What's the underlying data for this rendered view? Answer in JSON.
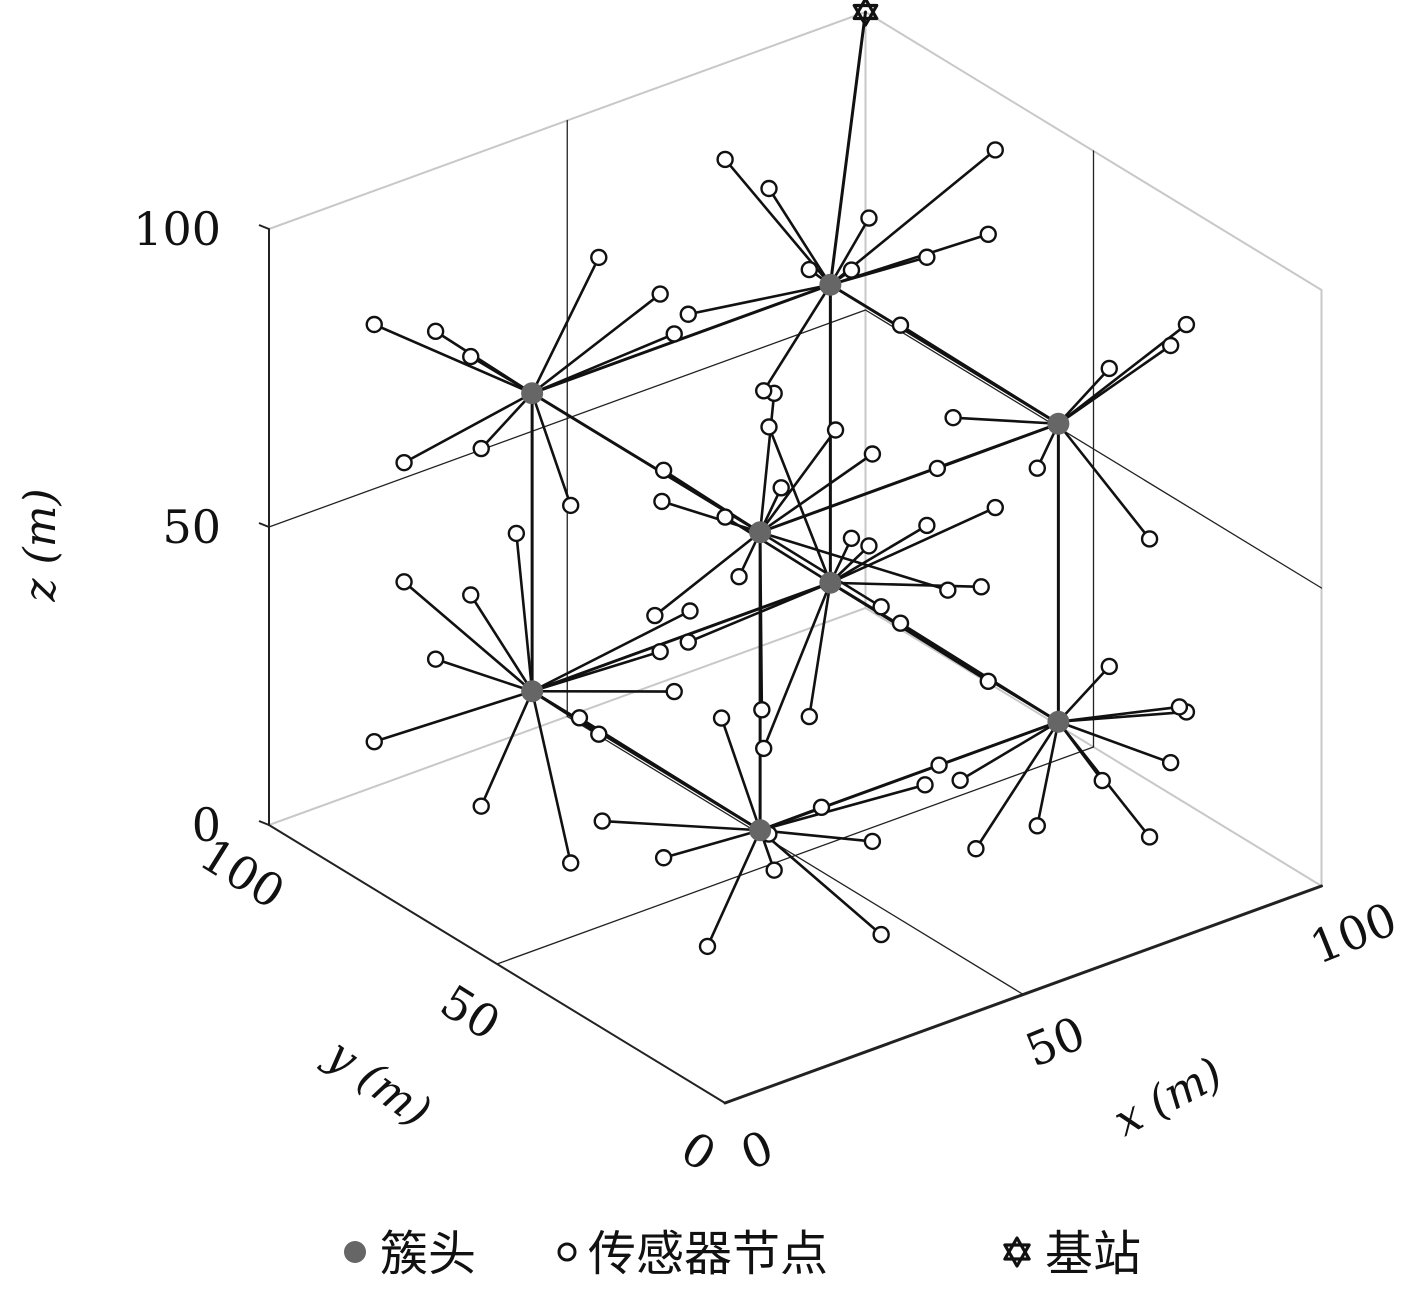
{
  "chart_data": {
    "type": "scatter3d",
    "xlabel": "x (m)",
    "ylabel": "y (m)",
    "zlabel": "z (m)",
    "xlim": [
      0,
      100
    ],
    "ylim": [
      0,
      100
    ],
    "zlim": [
      0,
      100
    ],
    "x_ticks": [
      "0",
      "50",
      "100"
    ],
    "y_ticks": [
      "0",
      "50",
      "100"
    ],
    "z_ticks": [
      "0",
      "50",
      "100"
    ],
    "grid": true,
    "grid_divisions": [
      50
    ],
    "legend": {
      "position": "bottom",
      "entries": [
        {
          "key": "cluster_head",
          "label": "簇头",
          "marker": "filled-circle",
          "color": "#666666"
        },
        {
          "key": "sensor",
          "label": "传感器节点",
          "marker": "open-circle",
          "color": "#111111"
        },
        {
          "key": "base_station",
          "label": "基站",
          "marker": "hexagram",
          "color": "#111111"
        }
      ]
    },
    "base_station": [
      100,
      100,
      100
    ],
    "cluster_heads": [
      [
        25,
        25,
        25
      ],
      [
        75,
        25,
        25
      ],
      [
        25,
        75,
        25
      ],
      [
        75,
        75,
        25
      ],
      [
        25,
        25,
        75
      ],
      [
        75,
        25,
        75
      ],
      [
        25,
        75,
        75
      ],
      [
        75,
        75,
        75
      ]
    ],
    "clusters": [
      {
        "head": [
          25,
          25,
          25
        ],
        "members": [
          [
            5,
            20,
            30
          ],
          [
            40,
            20,
            20
          ],
          [
            30,
            5,
            15
          ],
          [
            10,
            40,
            25
          ],
          [
            20,
            30,
            5
          ],
          [
            35,
            35,
            10
          ],
          [
            15,
            10,
            35
          ],
          [
            30,
            40,
            35
          ],
          [
            45,
            15,
            30
          ],
          [
            20,
            5,
            40
          ],
          [
            10,
            45,
            40
          ]
        ]
      },
      {
        "head": [
          75,
          25,
          25
        ],
        "members": [
          [
            60,
            10,
            20
          ],
          [
            90,
            20,
            15
          ],
          [
            95,
            40,
            20
          ],
          [
            70,
            40,
            10
          ],
          [
            85,
            10,
            30
          ],
          [
            60,
            40,
            40
          ],
          [
            75,
            5,
            15
          ],
          [
            65,
            30,
            5
          ],
          [
            90,
            35,
            5
          ],
          [
            80,
            5,
            35
          ],
          [
            55,
            25,
            25
          ]
        ]
      },
      {
        "head": [
          25,
          75,
          25
        ],
        "members": [
          [
            5,
            60,
            20
          ],
          [
            10,
            90,
            15
          ],
          [
            40,
            80,
            10
          ],
          [
            20,
            60,
            5
          ],
          [
            35,
            60,
            35
          ],
          [
            30,
            95,
            30
          ],
          [
            45,
            70,
            20
          ],
          [
            15,
            90,
            40
          ],
          [
            5,
            70,
            40
          ],
          [
            40,
            60,
            40
          ],
          [
            30,
            85,
            45
          ]
        ]
      },
      {
        "head": [
          75,
          75,
          25
        ],
        "members": [
          [
            60,
            60,
            15
          ],
          [
            90,
            60,
            10
          ],
          [
            95,
            80,
            25
          ],
          [
            65,
            85,
            35
          ],
          [
            90,
            90,
            20
          ],
          [
            60,
            70,
            5
          ],
          [
            80,
            95,
            40
          ],
          [
            70,
            60,
            40
          ],
          [
            95,
            65,
            35
          ],
          [
            55,
            80,
            20
          ],
          [
            85,
            55,
            30
          ]
        ]
      },
      {
        "head": [
          25,
          25,
          75
        ],
        "members": [
          [
            10,
            10,
            80
          ],
          [
            40,
            20,
            85
          ],
          [
            30,
            5,
            70
          ],
          [
            15,
            35,
            60
          ],
          [
            35,
            35,
            90
          ],
          [
            5,
            20,
            95
          ],
          [
            45,
            10,
            65
          ],
          [
            20,
            40,
            75
          ],
          [
            40,
            40,
            70
          ],
          [
            10,
            5,
            60
          ],
          [
            30,
            15,
            95
          ]
        ]
      },
      {
        "head": [
          75,
          25,
          75
        ],
        "members": [
          [
            60,
            10,
            80
          ],
          [
            90,
            20,
            85
          ],
          [
            95,
            40,
            70
          ],
          [
            70,
            45,
            60
          ],
          [
            85,
            10,
            95
          ],
          [
            60,
            40,
            90
          ],
          [
            75,
            5,
            65
          ],
          [
            65,
            35,
            75
          ]
        ]
      },
      {
        "head": [
          25,
          75,
          75
        ],
        "members": [
          [
            5,
            60,
            80
          ],
          [
            10,
            90,
            85
          ],
          [
            40,
            80,
            90
          ],
          [
            20,
            60,
            65
          ],
          [
            35,
            60,
            95
          ],
          [
            30,
            95,
            70
          ],
          [
            45,
            70,
            80
          ],
          [
            15,
            90,
            60
          ],
          [
            5,
            70,
            95
          ]
        ]
      },
      {
        "head": [
          75,
          75,
          75
        ],
        "members": [
          [
            60,
            60,
            90
          ],
          [
            90,
            60,
            85
          ],
          [
            95,
            80,
            70
          ],
          [
            65,
            85,
            95
          ],
          [
            90,
            90,
            65
          ],
          [
            60,
            70,
            65
          ],
          [
            80,
            95,
            80
          ],
          [
            70,
            60,
            95
          ],
          [
            95,
            65,
            95
          ],
          [
            55,
            80,
            75
          ]
        ]
      }
    ],
    "head_links": [
      [
        [
          25,
          25,
          25
        ],
        [
          75,
          25,
          25
        ]
      ],
      [
        [
          25,
          25,
          25
        ],
        [
          25,
          75,
          25
        ]
      ],
      [
        [
          75,
          25,
          25
        ],
        [
          75,
          75,
          25
        ]
      ],
      [
        [
          25,
          75,
          25
        ],
        [
          75,
          75,
          25
        ]
      ],
      [
        [
          25,
          25,
          75
        ],
        [
          75,
          25,
          75
        ]
      ],
      [
        [
          25,
          25,
          75
        ],
        [
          25,
          75,
          75
        ]
      ],
      [
        [
          75,
          25,
          75
        ],
        [
          75,
          75,
          75
        ]
      ],
      [
        [
          25,
          75,
          75
        ],
        [
          75,
          75,
          75
        ]
      ],
      [
        [
          25,
          25,
          25
        ],
        [
          25,
          25,
          75
        ]
      ],
      [
        [
          75,
          25,
          25
        ],
        [
          75,
          25,
          75
        ]
      ],
      [
        [
          25,
          75,
          25
        ],
        [
          25,
          75,
          75
        ]
      ],
      [
        [
          75,
          75,
          25
        ],
        [
          75,
          75,
          75
        ]
      ],
      [
        [
          75,
          75,
          75
        ],
        [
          100,
          100,
          100
        ]
      ]
    ]
  }
}
